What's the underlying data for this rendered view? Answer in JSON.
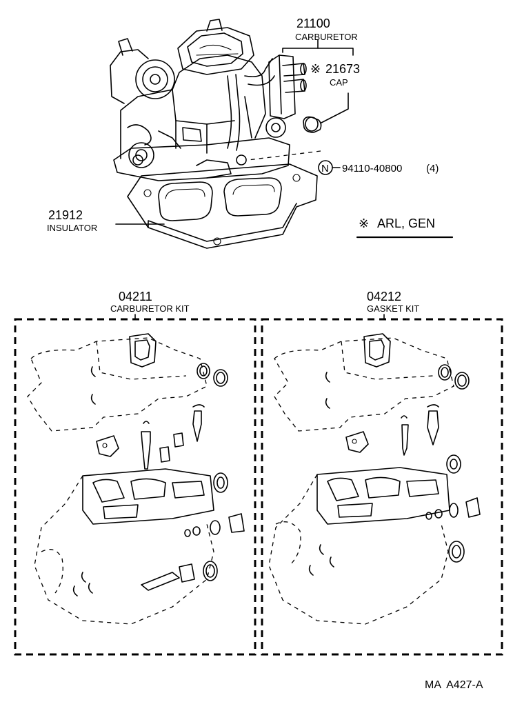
{
  "callouts": {
    "carburetor": {
      "part_no": "21100",
      "name": "CARBURETOR"
    },
    "cap": {
      "marker": "※",
      "part_no": "21673",
      "name": "CAP"
    },
    "nut": {
      "symbol": "N",
      "part_no": "94110-40800",
      "qty": "(4)"
    },
    "insulator": {
      "part_no": "21912",
      "name": "INSULATOR"
    },
    "applicability": {
      "marker": "※",
      "text": "ARL, GEN"
    }
  },
  "kits": [
    {
      "part_no": "04211",
      "name": "CARBURETOR KIT"
    },
    {
      "part_no": "04212",
      "name": "GASKET KIT"
    }
  ],
  "figure_code": "MA  A427-A"
}
